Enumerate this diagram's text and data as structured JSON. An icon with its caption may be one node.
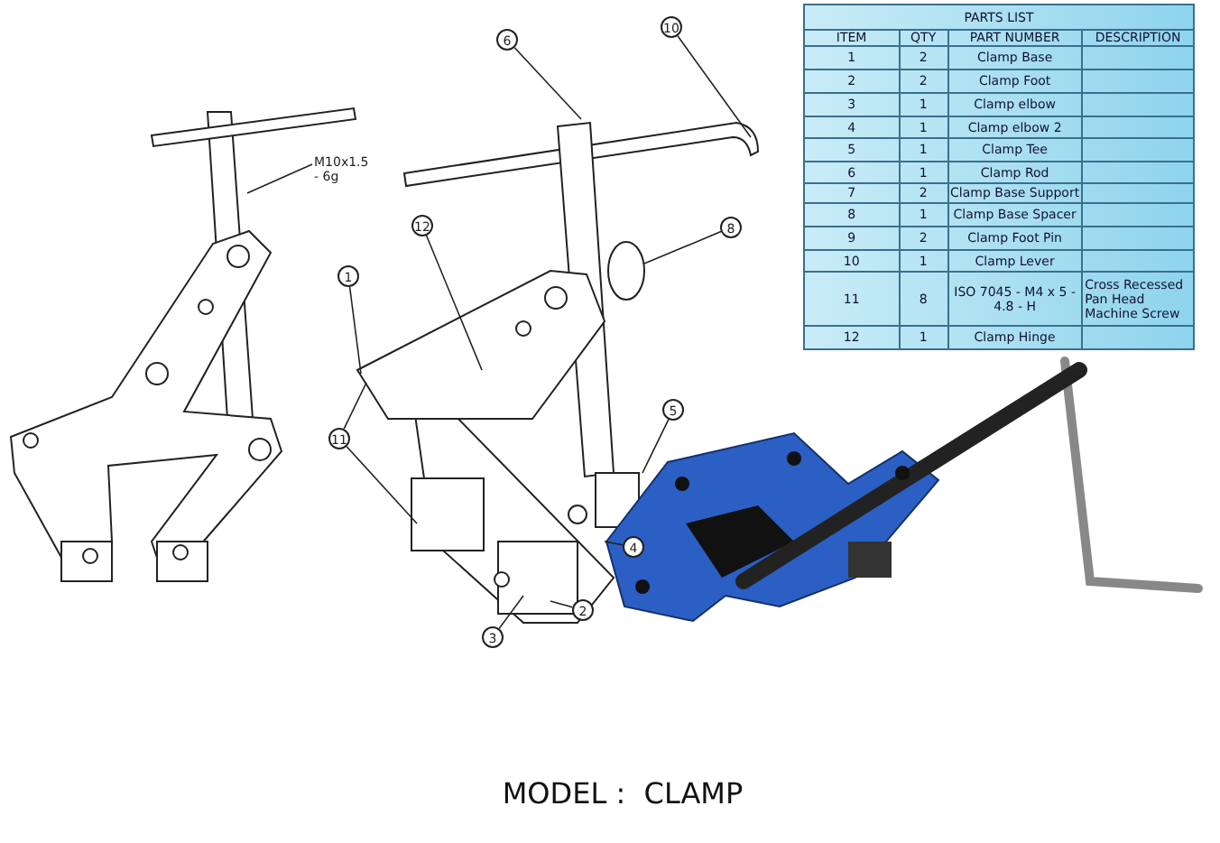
{
  "diagram": {
    "title": "MODEL :  CLAMP",
    "nodes": [
      {
        "text": [
          "6"
        ]
      },
      {
        "text": [
          "10"
        ]
      },
      {
        "text": [
          "M10x1.5 - 6g"
        ]
      },
      {
        "text": [
          "12"
        ]
      },
      {
        "text": [
          "8"
        ]
      },
      {
        "text": [
          "1"
        ]
      },
      {
        "text": [
          "11"
        ]
      },
      {
        "text": [
          "5"
        ]
      },
      {
        "text": [
          "4"
        ]
      },
      {
        "text": [
          "2"
        ]
      },
      {
        "text": [
          "3"
        ]
      }
    ],
    "edges": [
      {
        "from": 0,
        "to": null,
        "arrow": "none"
      },
      {
        "from": 1,
        "to": null,
        "arrow": "none"
      },
      {
        "from": 2,
        "to": null,
        "arrow": "none"
      },
      {
        "from": 3,
        "to": null,
        "arrow": "none"
      },
      {
        "from": 4,
        "to": null,
        "arrow": "none"
      },
      {
        "from": 5,
        "to": null,
        "arrow": "none"
      },
      {
        "from": 6,
        "to": null,
        "arrow": "none"
      },
      {
        "from": 6,
        "to": null,
        "arrow": "none"
      },
      {
        "from": 7,
        "to": null,
        "arrow": "none"
      },
      {
        "from": 8,
        "to": null,
        "arrow": "none"
      },
      {
        "from": 9,
        "to": null,
        "arrow": "none"
      },
      {
        "from": 10,
        "to": null,
        "arrow": "none"
      }
    ],
    "labels": [
      "PARTS LIST",
      "ITEM",
      "QTY",
      "PART NUMBER",
      "DESCRIPTION",
      "1",
      "2",
      "Clamp Base",
      "2",
      "2",
      "Clamp Foot",
      "3",
      "1",
      "Clamp elbow",
      "4",
      "1",
      "Clamp elbow 2",
      "5",
      "1",
      "Clamp Tee",
      "6",
      "1",
      "Clamp Rod",
      "7",
      "2",
      "Clamp Base Support",
      "8",
      "1",
      "Clamp Base Spacer",
      "9",
      "2",
      "Clamp Foot Pin",
      "10",
      "1",
      "Clamp Lever",
      "11",
      "8",
      "ISO 7045 - M4 x 5 - 4.8 - H",
      "Cross Recessed Pan Head Machine Screw",
      "12",
      "1",
      "Clamp Hinge"
    ]
  }
}
